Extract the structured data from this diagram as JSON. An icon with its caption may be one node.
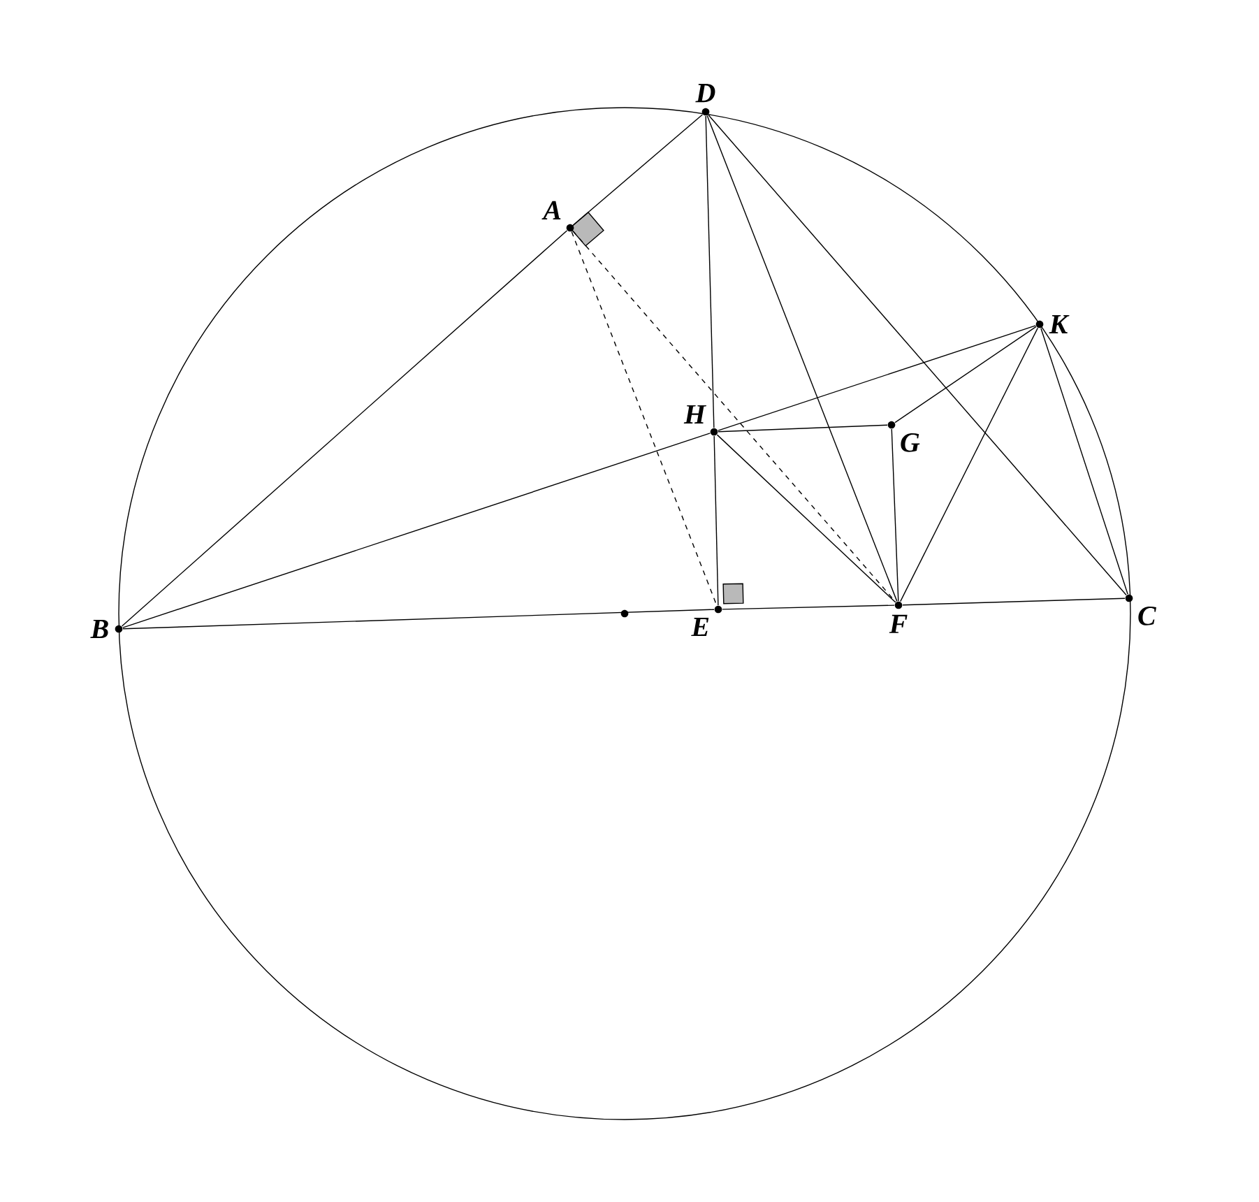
{
  "diagram": {
    "nodes": [
      {
        "text": [
          "A"
        ]
      },
      {
        "text": [
          "B"
        ]
      },
      {
        "text": [
          "C"
        ]
      },
      {
        "text": [
          "D"
        ]
      },
      {
        "text": [
          "E"
        ]
      },
      {
        "text": [
          "F"
        ]
      },
      {
        "text": [
          "G"
        ]
      },
      {
        "text": [
          "H"
        ]
      },
      {
        "text": [
          "K"
        ]
      }
    ],
    "edges": [
      {
        "from": 1,
        "to": 0,
        "arrow": "none"
      },
      {
        "from": 0,
        "to": 3,
        "arrow": "none"
      },
      {
        "from": 3,
        "to": 7,
        "arrow": "none"
      },
      {
        "from": 7,
        "to": 4,
        "arrow": "none"
      },
      {
        "from": 1,
        "to": 7,
        "arrow": "none"
      },
      {
        "from": 7,
        "to": 8,
        "arrow": "none"
      },
      {
        "from": 1,
        "to": 4,
        "arrow": "none"
      },
      {
        "from": 4,
        "to": 5,
        "arrow": "none"
      },
      {
        "from": 5,
        "to": 2,
        "arrow": "none"
      },
      {
        "from": 3,
        "to": 5,
        "arrow": "none"
      },
      {
        "from": 3,
        "to": 2,
        "arrow": "none"
      },
      {
        "from": 8,
        "to": 6,
        "arrow": "none"
      },
      {
        "from": 8,
        "to": 5,
        "arrow": "none"
      },
      {
        "from": 8,
        "to": 2,
        "arrow": "none"
      },
      {
        "from": 7,
        "to": 6,
        "arrow": "none"
      },
      {
        "from": 6,
        "to": 5,
        "arrow": "none"
      },
      {
        "from": 7,
        "to": 5,
        "arrow": "none"
      },
      {
        "from": 0,
        "to": 4,
        "arrow": "none",
        "style": "dashed"
      },
      {
        "from": 0,
        "to": 5,
        "arrow": "none",
        "style": "dashed"
      }
    ]
  }
}
